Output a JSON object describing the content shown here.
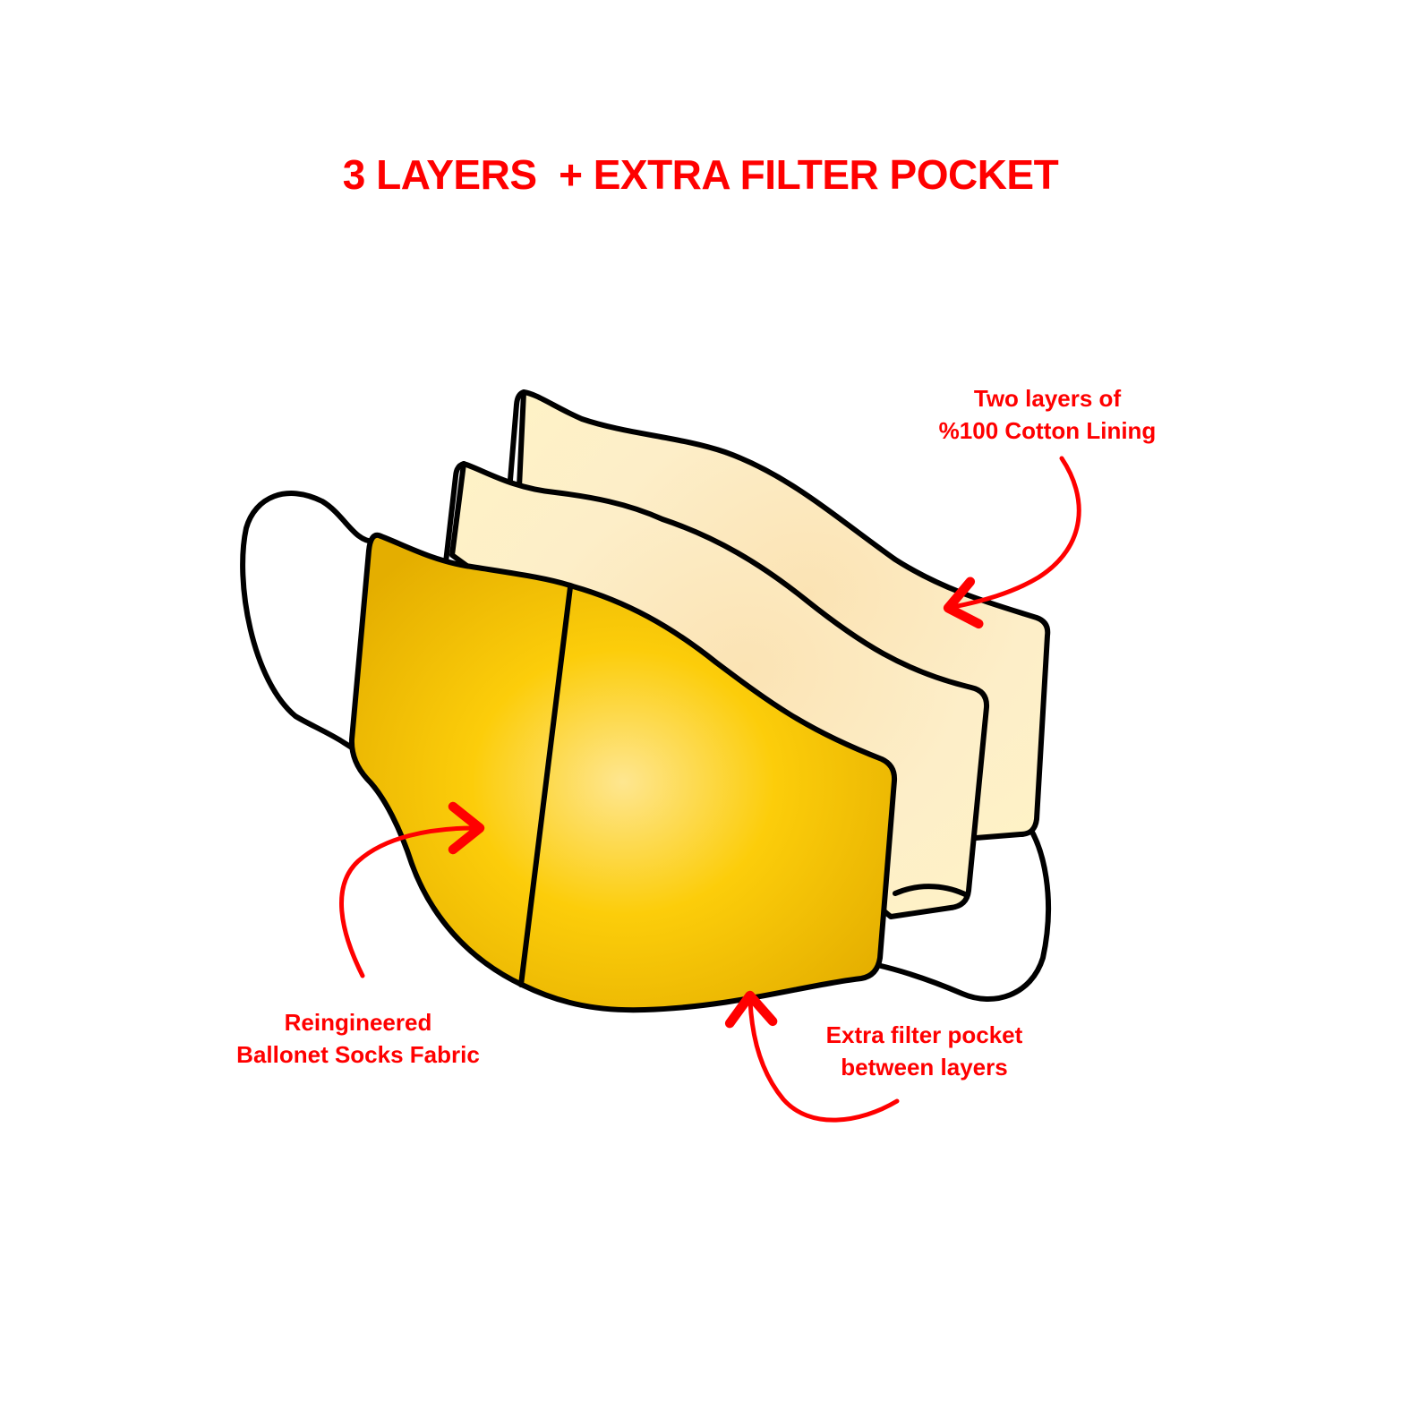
{
  "title": "3 LAYERS  + EXTRA FILTER POCKET",
  "colors": {
    "accent": "#ff0000",
    "outline": "#000000",
    "outer_fabric": "#fcc900",
    "outer_fabric_edge": "#e3ae00",
    "lining": "#fdf0bf",
    "background": "#ffffff"
  },
  "annotations": {
    "cotton_lining": {
      "line1": "Two layers of",
      "line2": "%100 Cotton Lining"
    },
    "outer_fabric": {
      "line1": "Reingineered",
      "line2": "Ballonet Socks Fabric"
    },
    "filter_pocket": {
      "line1": "Extra filter pocket",
      "line2": "between layers"
    }
  }
}
